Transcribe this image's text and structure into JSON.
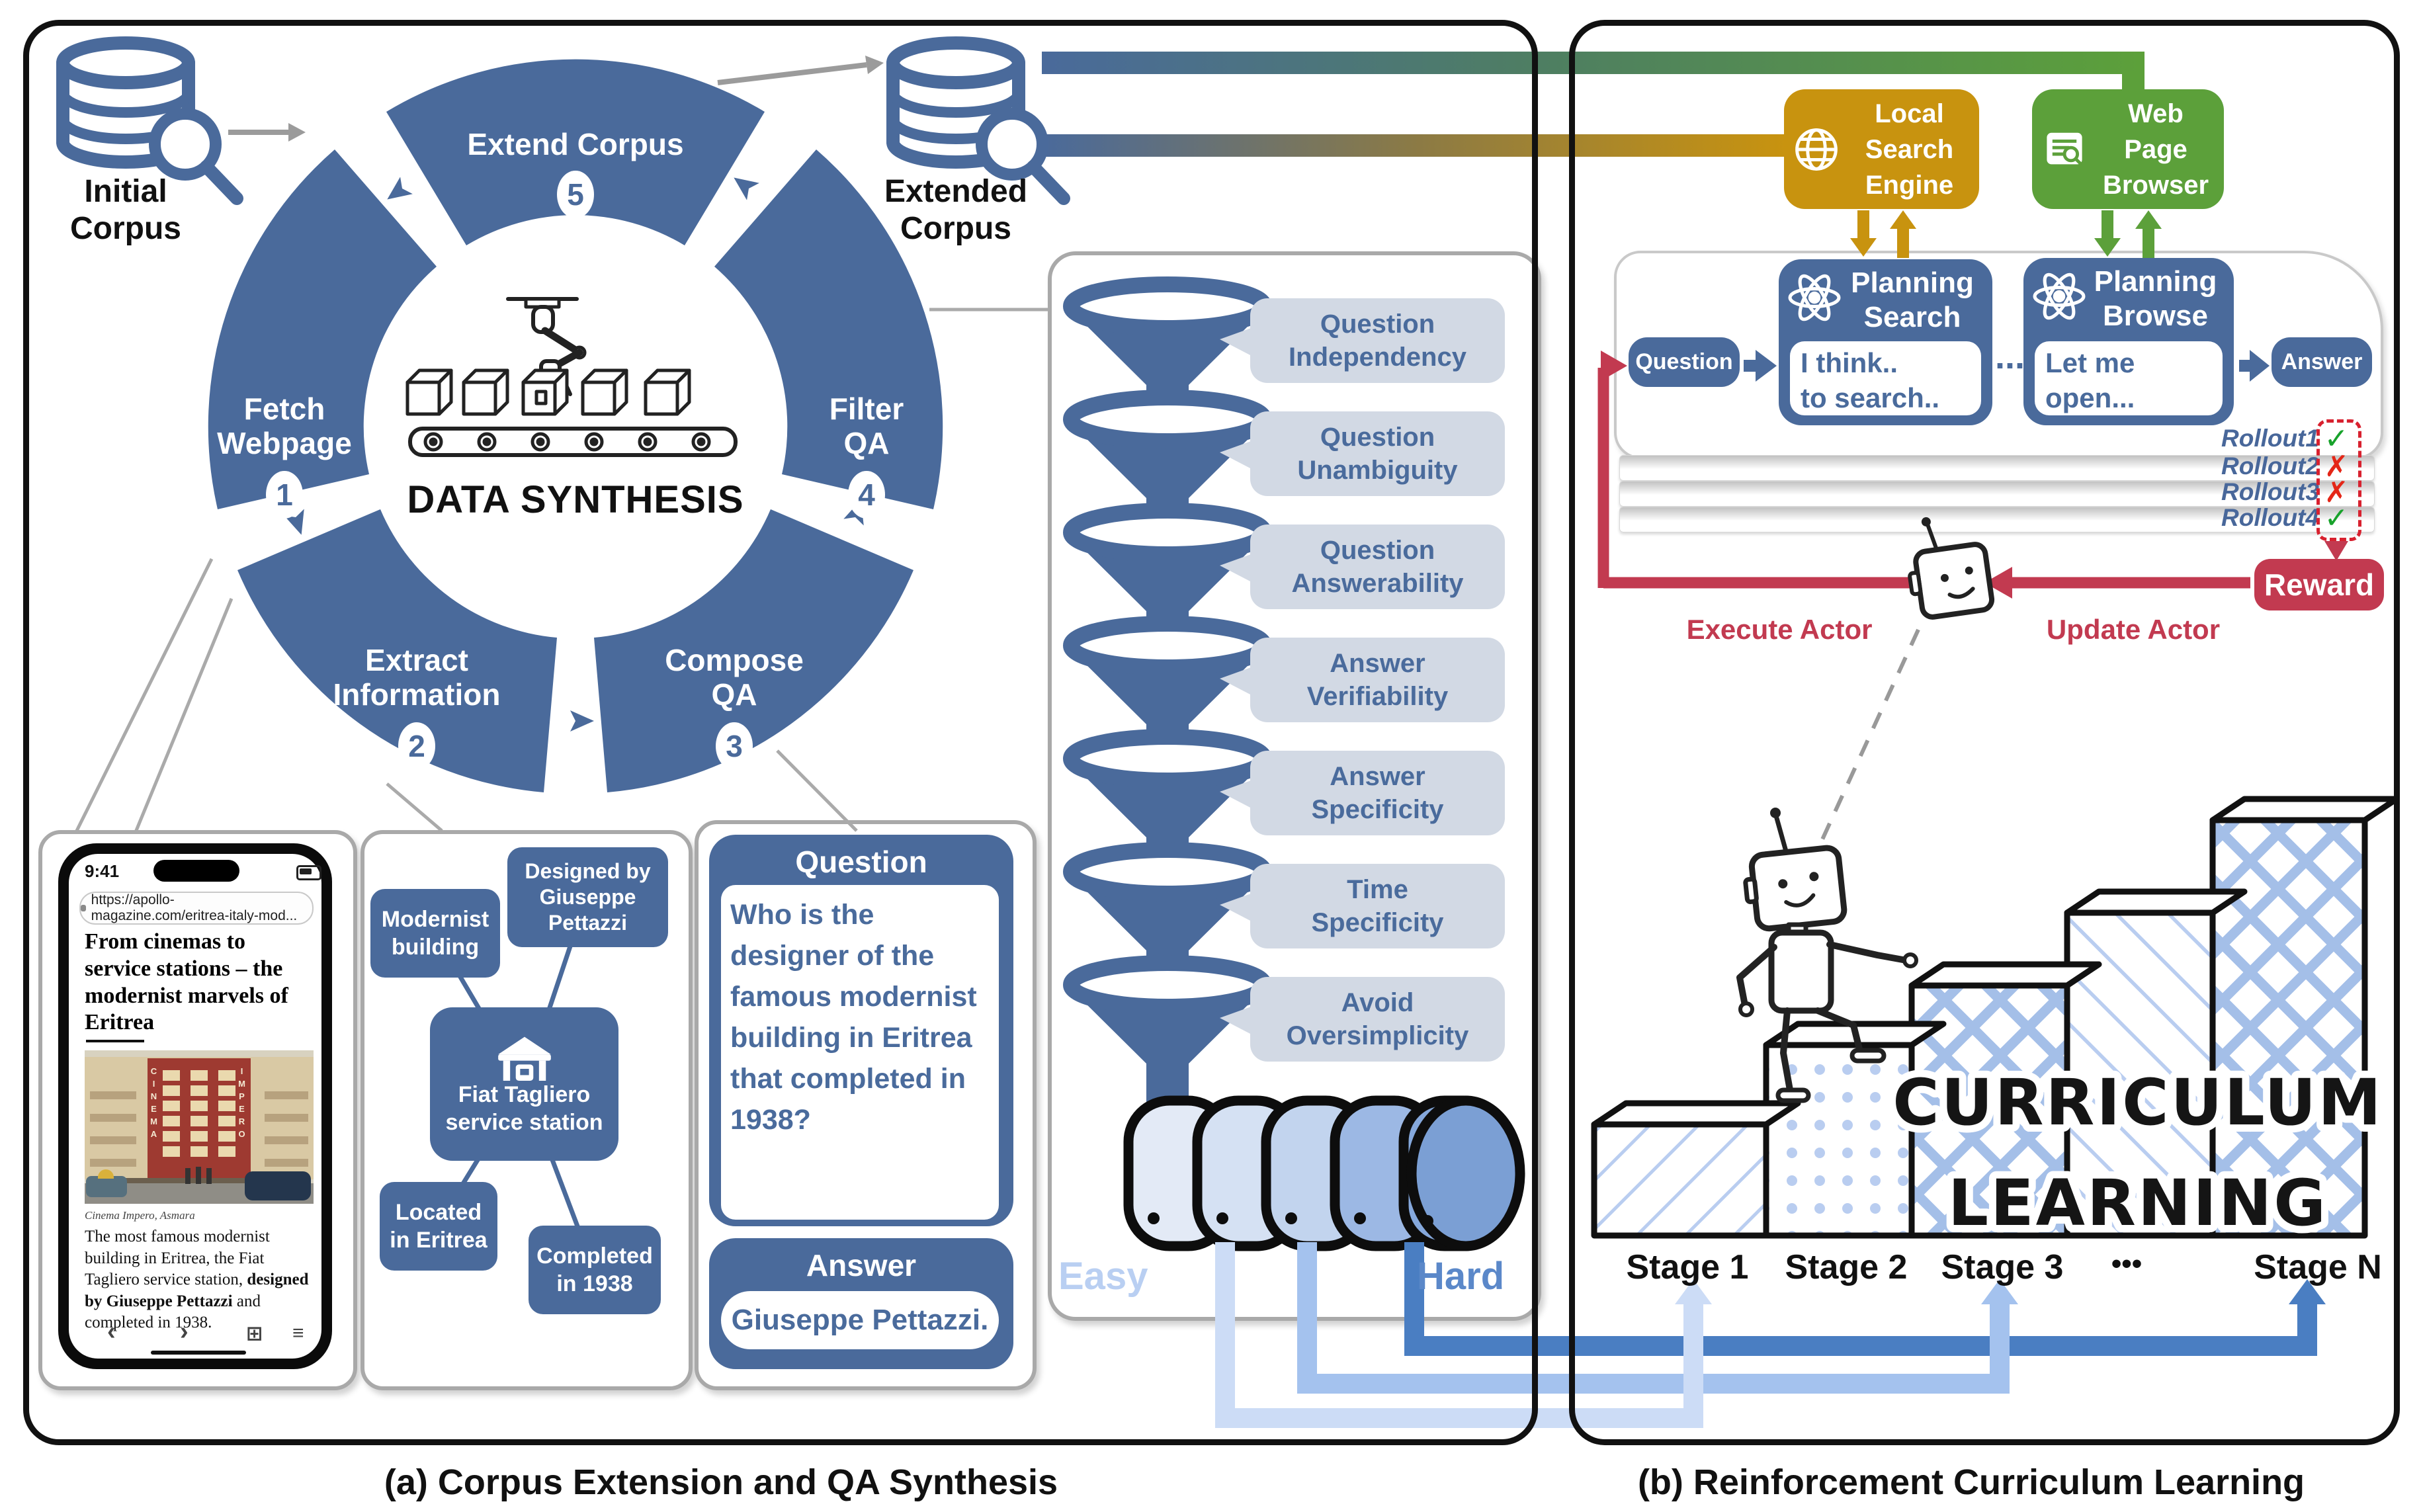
{
  "colors": {
    "primary_blue": "#4a6a9b",
    "gold": "#c8930f",
    "green": "#5ca03a",
    "red": "#c23a50",
    "bubble_bg": "#d2d9e4",
    "easy_blue": "#b9cff2",
    "hard_blue": "#5b88c9",
    "pass_green": "#18a22b",
    "fail_red": "#e42617"
  },
  "panel_a": {
    "caption": "(a) Corpus Extension and QA Synthesis",
    "initial_corpus": {
      "l1": "Initial",
      "l2": "Corpus"
    },
    "extended_corpus": {
      "l1": "Extended",
      "l2": "Corpus"
    },
    "ring": {
      "title": "DATA SYNTHESIS",
      "steps": [
        {
          "l1": "Fetch",
          "l2": "Webpage",
          "n": "1"
        },
        {
          "l1": "Extract",
          "l2": "Information",
          "n": "2"
        },
        {
          "l1": "Compose",
          "l2": "QA",
          "n": "3"
        },
        {
          "l1": "Filter",
          "l2": "QA",
          "n": "4"
        },
        {
          "l1": "Extend Corpus",
          "l2": "",
          "n": "5"
        }
      ]
    },
    "phone": {
      "time": "9:41",
      "url": "https://apollo-magazine.com/eritrea-italy-mod...",
      "headline": "From cinemas to service stations – the modernist marvels of Eritrea",
      "building_left": "CINEMA",
      "building_right": "IMPERO",
      "photo_caption": "Cinema Impero, Asmara",
      "body_pre": "The most famous modernist building in Eritrea, the Fiat Tagliero service station,  ",
      "body_bold": "designed by Giuseppe Pettazzi",
      "body_post": "  and completed in 1938.",
      "nav_back": "‹",
      "nav_fwd": "›",
      "nav_tabs": "⊞",
      "nav_menu": "≡"
    },
    "graph": {
      "center_l1": "Fiat Tagliero",
      "center_l2": "service station",
      "n1_l1": "Modernist",
      "n1_l2": "building",
      "n2_l1": "Designed by",
      "n2_l2": "Giuseppe",
      "n2_l3": "Pettazzi",
      "n3_l1": "Located",
      "n3_l2": "in Eritrea",
      "n4_l1": "Completed",
      "n4_l2": "in 1938"
    },
    "qa": {
      "q_title": "Question",
      "q_text": "Who is the designer of the famous modernist building in Eritrea that completed in 1938?",
      "a_title": "Answer",
      "a_text": "Giuseppe Pettazzi."
    },
    "filters": {
      "items": [
        {
          "l1": "Question",
          "l2": "Independency"
        },
        {
          "l1": "Question",
          "l2": "Unambiguity"
        },
        {
          "l1": "Question",
          "l2": "Answerability"
        },
        {
          "l1": "Answer",
          "l2": "Verifiability"
        },
        {
          "l1": "Answer",
          "l2": "Specificity"
        },
        {
          "l1": "Time",
          "l2": "Specificity"
        },
        {
          "l1": "Avoid",
          "l2": "Oversimplicity"
        }
      ],
      "easy": "Easy",
      "hard": "Hard"
    }
  },
  "panel_b": {
    "caption": "(b) Reinforcement Curriculum Learning",
    "tools": {
      "search_l1": "Local",
      "search_l2": "Search",
      "search_l3": "Engine",
      "browser_l1": "Web",
      "browser_l2": "Page",
      "browser_l3": "Browser"
    },
    "flow": {
      "question": "Question",
      "answer": "Answer",
      "dots": "...",
      "ps_l1": "Planning",
      "ps_l2": "Search",
      "ps_t1": "I think..",
      "ps_t2": "to search..",
      "pb_l1": "Planning",
      "pb_l2": "Browse",
      "pb_t1": "Let me",
      "pb_t2": "open..."
    },
    "rollouts": [
      {
        "label": "Rollout1",
        "mark": "✓",
        "color": "#18a22b"
      },
      {
        "label": "Rollout2",
        "mark": "✗",
        "color": "#e42617"
      },
      {
        "label": "Rollout3",
        "mark": "✗",
        "color": "#e42617"
      },
      {
        "label": "Rollout4",
        "mark": "✓",
        "color": "#18a22b"
      }
    ],
    "reward": "Reward",
    "execute_actor": "Execute Actor",
    "update_actor": "Update Actor",
    "curriculum_l1": "CURRICULUM",
    "curriculum_l2": "LEARNING",
    "stages": [
      "Stage 1",
      "Stage 2",
      "Stage 3",
      "•••",
      "Stage N"
    ]
  }
}
